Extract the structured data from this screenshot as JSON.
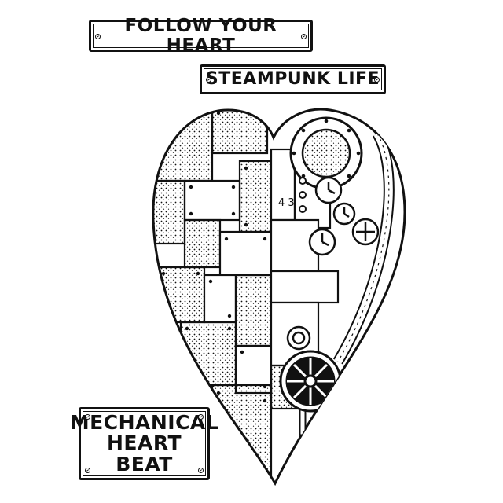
{
  "stamps": {
    "follow_your_heart": "FOLLOW YOUR HEART",
    "steampunk_life": "STEAMPUNK LIFE",
    "mechanical_heart_beat_line1": "MECHANICAL",
    "mechanical_heart_beat_line2": "HEART BEAT",
    "gauge_numbers": "4 3"
  },
  "artwork": {
    "subject": "steampunk-mechanical-heart",
    "ink_color": "#111111",
    "paper_color": "#ffffff"
  }
}
